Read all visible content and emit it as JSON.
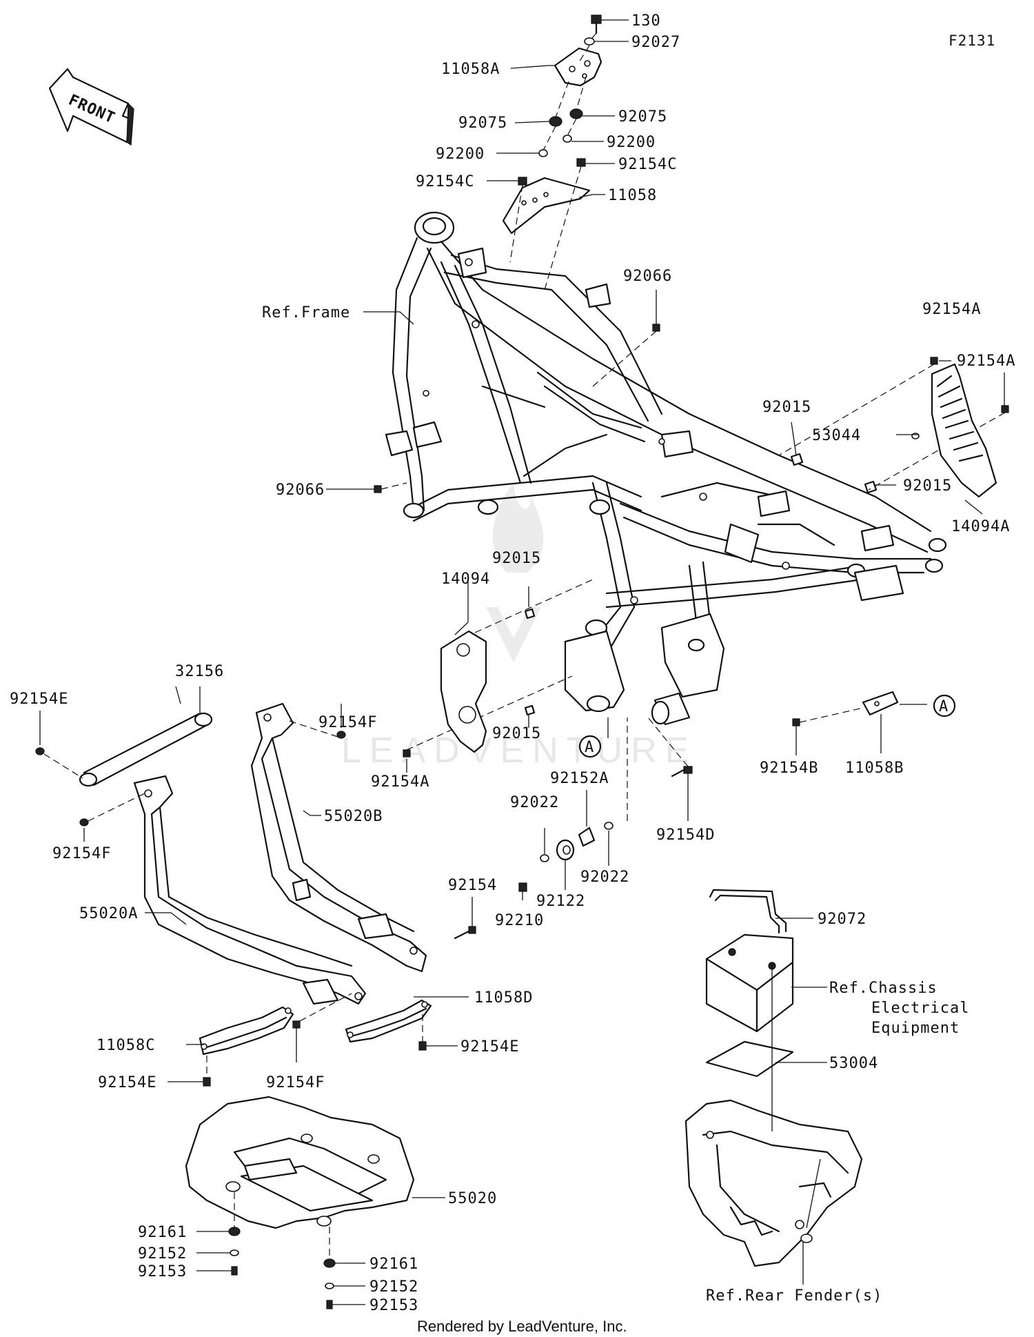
{
  "figure_code": "F2131",
  "front_arrow_text": "FRONT",
  "watermark": "LEADVENTURE",
  "credit": "Rendered by LeadVenture, Inc.",
  "reference_marker": "A",
  "labels": {
    "p130": "130",
    "p92027": "92027",
    "p11058A": "11058A",
    "p92075_l": "92075",
    "p92075_r": "92075",
    "p92200_l": "92200",
    "p92200_r": "92200",
    "p92154C_l": "92154C",
    "p92154C_r": "92154C",
    "p11058": "11058",
    "p92066_top": "92066",
    "ref_frame": "Ref.Frame",
    "p92154A_1": "92154A",
    "p92154A_2": "92154A",
    "p92015_1": "92015",
    "p53044": "53044",
    "p92015_2": "92015",
    "p14094A": "14094A",
    "p92066_l": "92066",
    "p14094": "14094",
    "p92015_3": "92015",
    "p92015_4": "92015",
    "p92154A_3": "92154A",
    "p32156": "32156",
    "p92154E_1": "92154E",
    "p92154F_1": "92154F",
    "p92154F_2": "92154F",
    "p55020B": "55020B",
    "p55020A": "55020A",
    "p92154B": "92154B",
    "p11058B": "11058B",
    "p92152A": "92152A",
    "p92022_1": "92022",
    "p92022_2": "92022",
    "p92122": "92122",
    "p92154D": "92154D",
    "p92154": "92154",
    "p92210": "92210",
    "p92072": "92072",
    "ref_chassis_1": "Ref.Chassis",
    "ref_chassis_2": "Electrical",
    "ref_chassis_3": "Equipment",
    "p11058D": "11058D",
    "p11058C": "11058C",
    "p92154E_2": "92154E",
    "p92154E_3": "92154E",
    "p92154F_3": "92154F",
    "p53004": "53004",
    "p55020": "55020",
    "p92161_l": "92161",
    "p92152_l": "92152",
    "p92153_l": "92153",
    "p92161_r": "92161",
    "p92152_r": "92152",
    "p92153_r": "92153",
    "ref_rear_fender": "Ref.Rear Fender(s)"
  }
}
